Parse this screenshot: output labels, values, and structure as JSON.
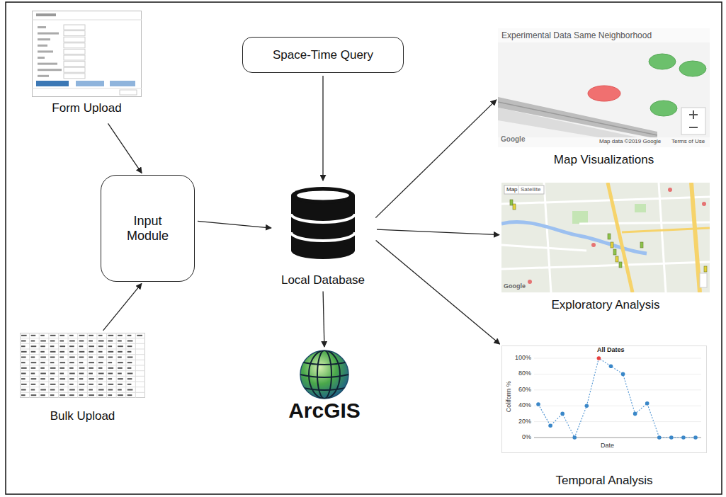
{
  "diagram": {
    "nodes": [
      {
        "text": [
          "Form Upload"
        ]
      },
      {
        "text": [
          "Space-Time Query"
        ]
      },
      {
        "text": [
          "Experimental Data Same Neighborhood",
          "Map Visualizations"
        ]
      },
      {
        "text": [
          "Input Module"
        ]
      },
      {
        "text": [
          "Local Database"
        ]
      },
      {
        "text": [
          "Exploratory Analysis"
        ]
      },
      {
        "text": [
          "Bulk Upload"
        ]
      },
      {
        "text": [
          "ArcGIS"
        ]
      },
      {
        "text": [
          "Temporal Analysis"
        ]
      }
    ],
    "edges": [
      {
        "from": 0,
        "to": 3,
        "arrow": "to"
      },
      {
        "from": 6,
        "to": 3,
        "arrow": "to"
      },
      {
        "from": 3,
        "to": 4,
        "arrow": "to"
      },
      {
        "from": 1,
        "to": 4,
        "arrow": "to"
      },
      {
        "from": 4,
        "to": 2,
        "arrow": "to"
      },
      {
        "from": 4,
        "to": 5,
        "arrow": "to"
      },
      {
        "from": 4,
        "to": 8,
        "arrow": "to"
      },
      {
        "from": 4,
        "to": 7,
        "arrow": "to"
      }
    ],
    "labels": [
      "Google",
      "Map data ©2019 Google",
      "Terms of Use",
      "Map",
      "Satellite",
      "Google",
      "All Dates",
      "100%",
      "80%",
      "60%",
      "40%",
      "20%",
      "0%",
      "Coliform %",
      "Date"
    ]
  }
}
